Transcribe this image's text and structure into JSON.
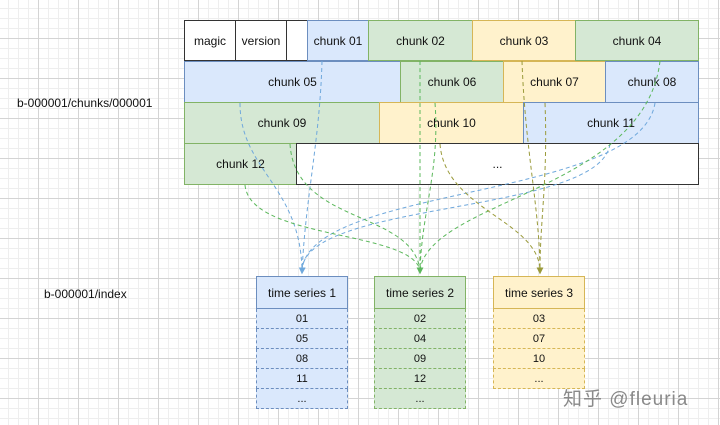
{
  "labels": {
    "chunks_file": "b-000001/chunks/000001",
    "index_file": "b-000001/index"
  },
  "header_fields": {
    "magic": "magic",
    "version": "version"
  },
  "chunks": {
    "c01": "chunk 01",
    "c02": "chunk 02",
    "c03": "chunk 03",
    "c04": "chunk 04",
    "c05": "chunk 05",
    "c06": "chunk 06",
    "c07": "chunk 07",
    "c08": "chunk 08",
    "c09": "chunk 09",
    "c10": "chunk 10",
    "c11": "chunk 11",
    "c12": "chunk 12",
    "more": "..."
  },
  "series": [
    {
      "title": "time series 1",
      "color": "#6c8ebf",
      "rows": [
        "01",
        "05",
        "08",
        "11",
        "..."
      ]
    },
    {
      "title": "time series 2",
      "color": "#82b366",
      "rows": [
        "02",
        "04",
        "09",
        "12",
        "..."
      ]
    },
    {
      "title": "time series 3",
      "color": "#9a9a3a",
      "rows": [
        "03",
        "07",
        "10",
        "..."
      ]
    }
  ],
  "colors": {
    "blue_fill": "#dae8fc",
    "blue_stroke": "#6c8ebf",
    "green_fill": "#d5e8d4",
    "green_stroke": "#82b366",
    "yellow_fill": "#fff2cc",
    "yellow_stroke": "#d6b656"
  },
  "watermark": "知乎 @fleuria"
}
